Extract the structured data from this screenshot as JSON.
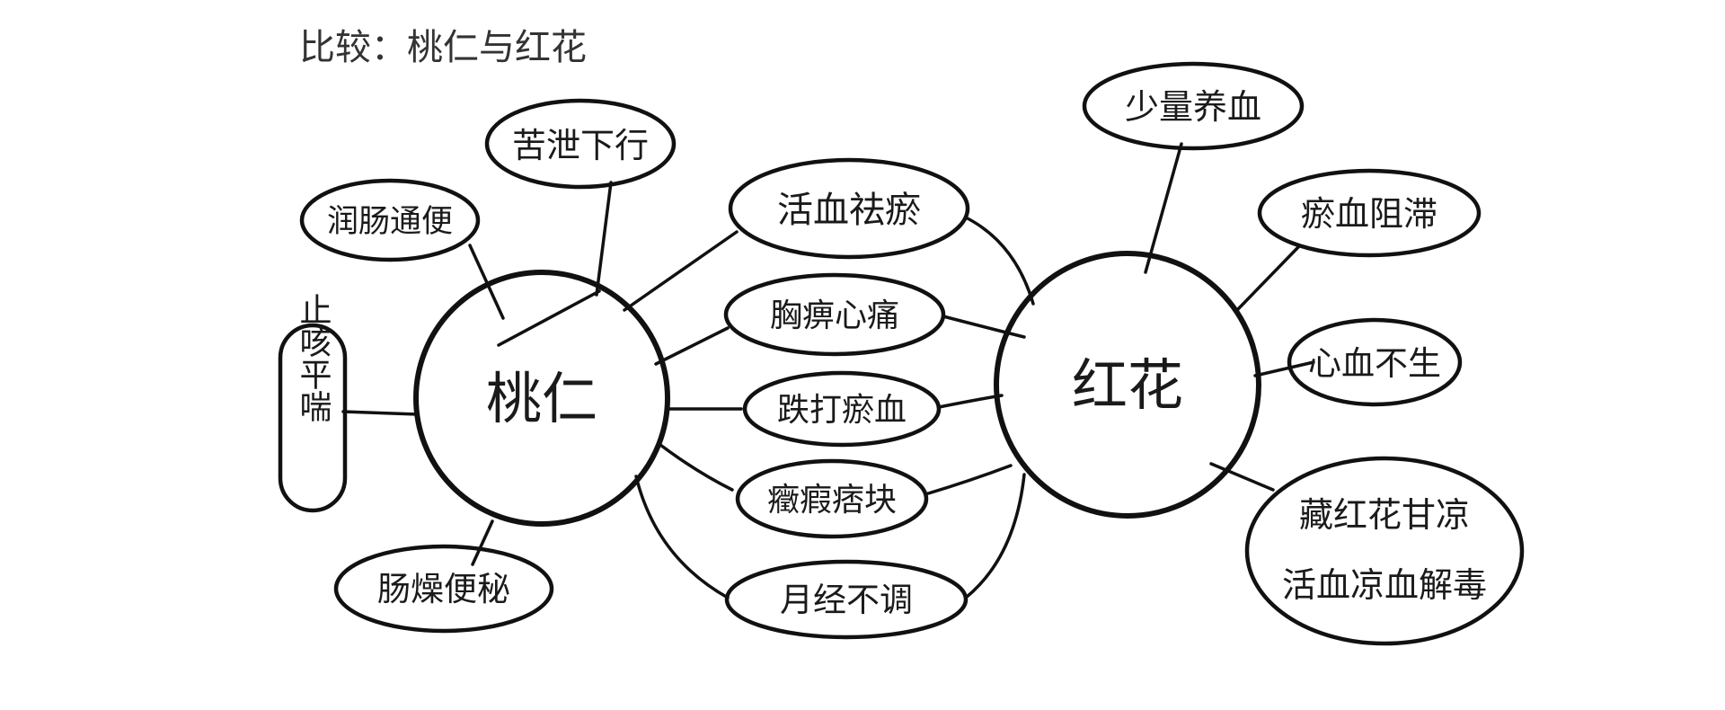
{
  "title": "比较：桃仁与红花",
  "hubs": {
    "left": "桃仁",
    "right": "红花"
  },
  "left_nodes": [
    "苦泄下行",
    "润肠通便",
    "止咳平喘",
    "肠燥便秘"
  ],
  "shared_nodes": [
    "活血祛瘀",
    "胸痹心痛",
    "跌打瘀血",
    "癥瘕痞块",
    "月经不调"
  ],
  "right_nodes": [
    "少量养血",
    "瘀血阻滞",
    "心血不生",
    "藏红花甘凉",
    "活血凉血解毒"
  ],
  "colors": {
    "ink": "#111111",
    "paper": "#ffffff"
  }
}
